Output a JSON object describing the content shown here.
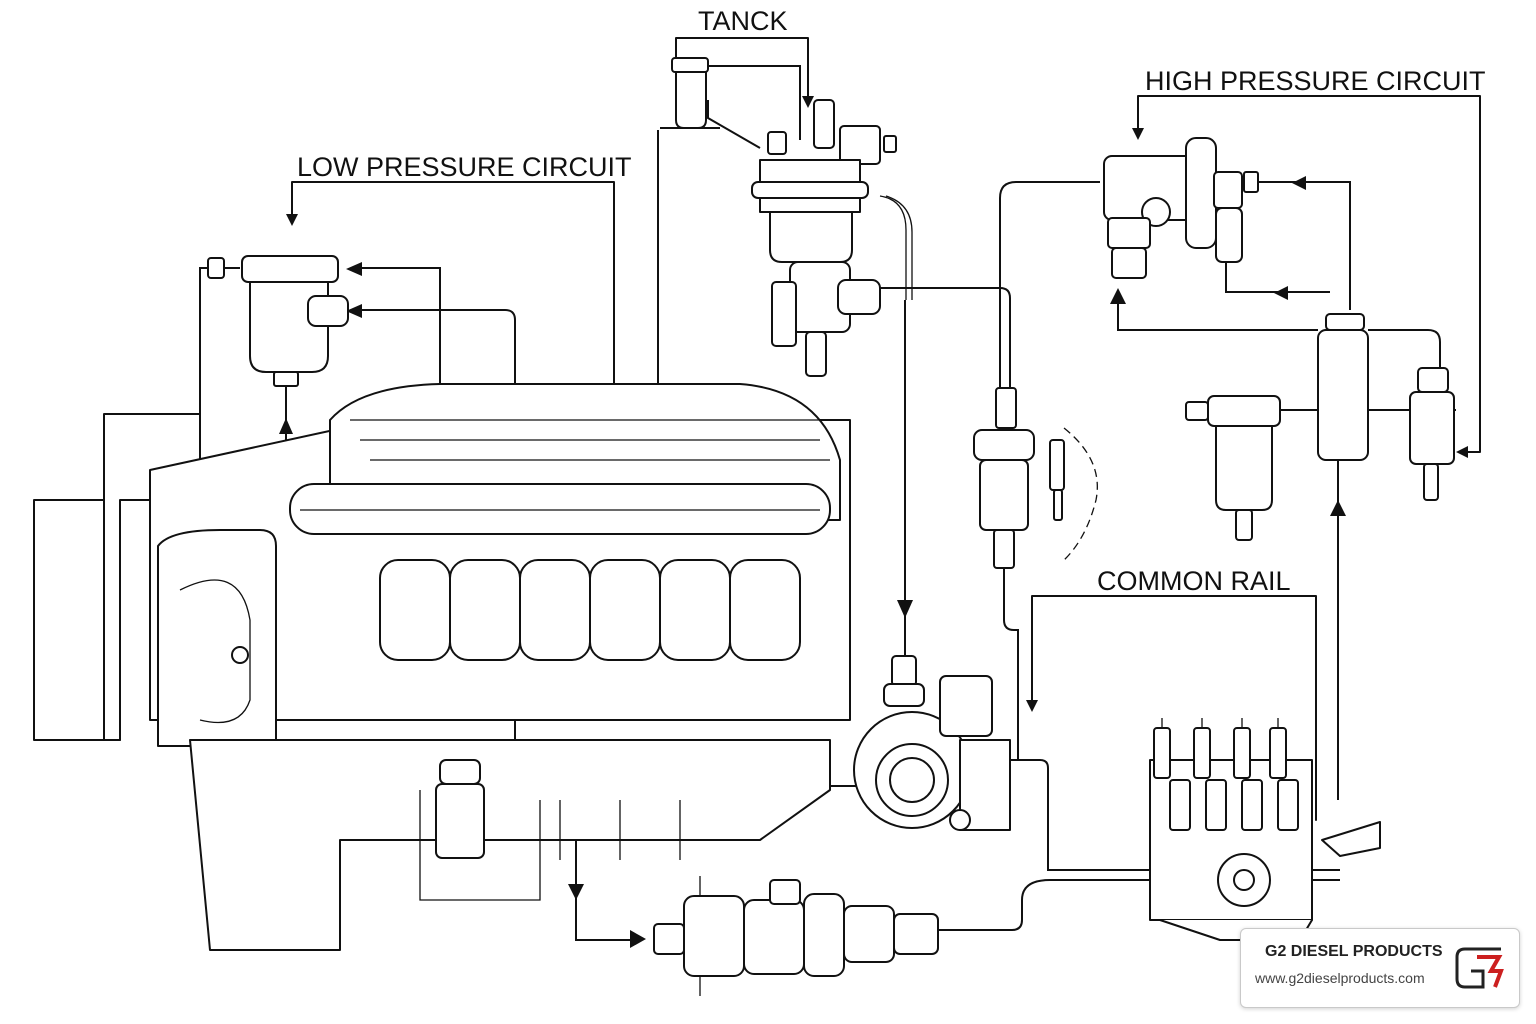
{
  "labels": {
    "tank": "TANCK",
    "low_pressure": "LOW PRESSURE CIRCUIT",
    "high_pressure": "HIGH PRESSURE CIRCUIT",
    "common_rail": "COMMON RAIL"
  },
  "watermark": {
    "company": "G2 DIESEL PRODUCTS",
    "url": "www.g2dieselproducts.com",
    "logo_text": "G2",
    "logo_color": "#cc1f1f"
  },
  "colors": {
    "line": "#111111",
    "background": "#ffffff"
  }
}
